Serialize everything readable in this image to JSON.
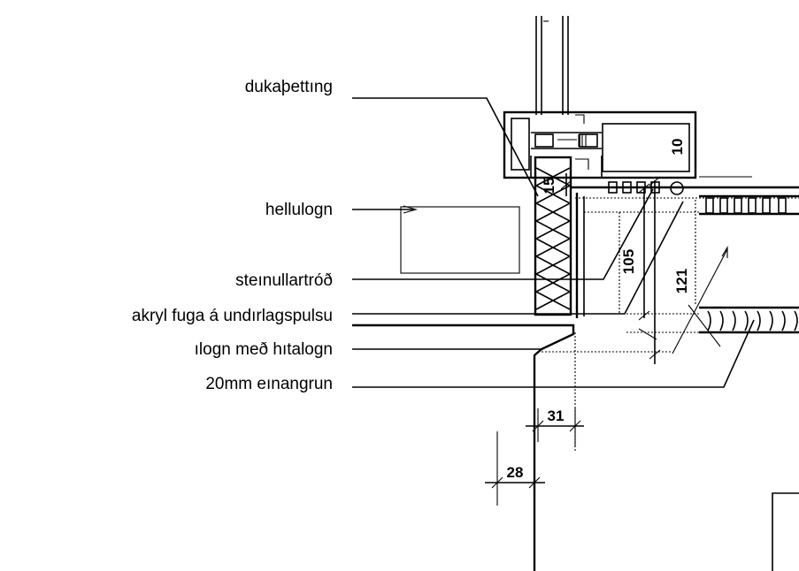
{
  "labels": {
    "l1": "dukaþettıng",
    "l2": "hellulogn",
    "l3": "steınullartróð",
    "l4": "akryl fuga á undırlagspulsu",
    "l5": "ılogn með hıtalogn",
    "l6": "20mm eınangrun"
  },
  "dimensions": {
    "d10": "10",
    "d15": "15",
    "d105": "105",
    "d121": "121",
    "d31": "31",
    "d28": "28"
  }
}
